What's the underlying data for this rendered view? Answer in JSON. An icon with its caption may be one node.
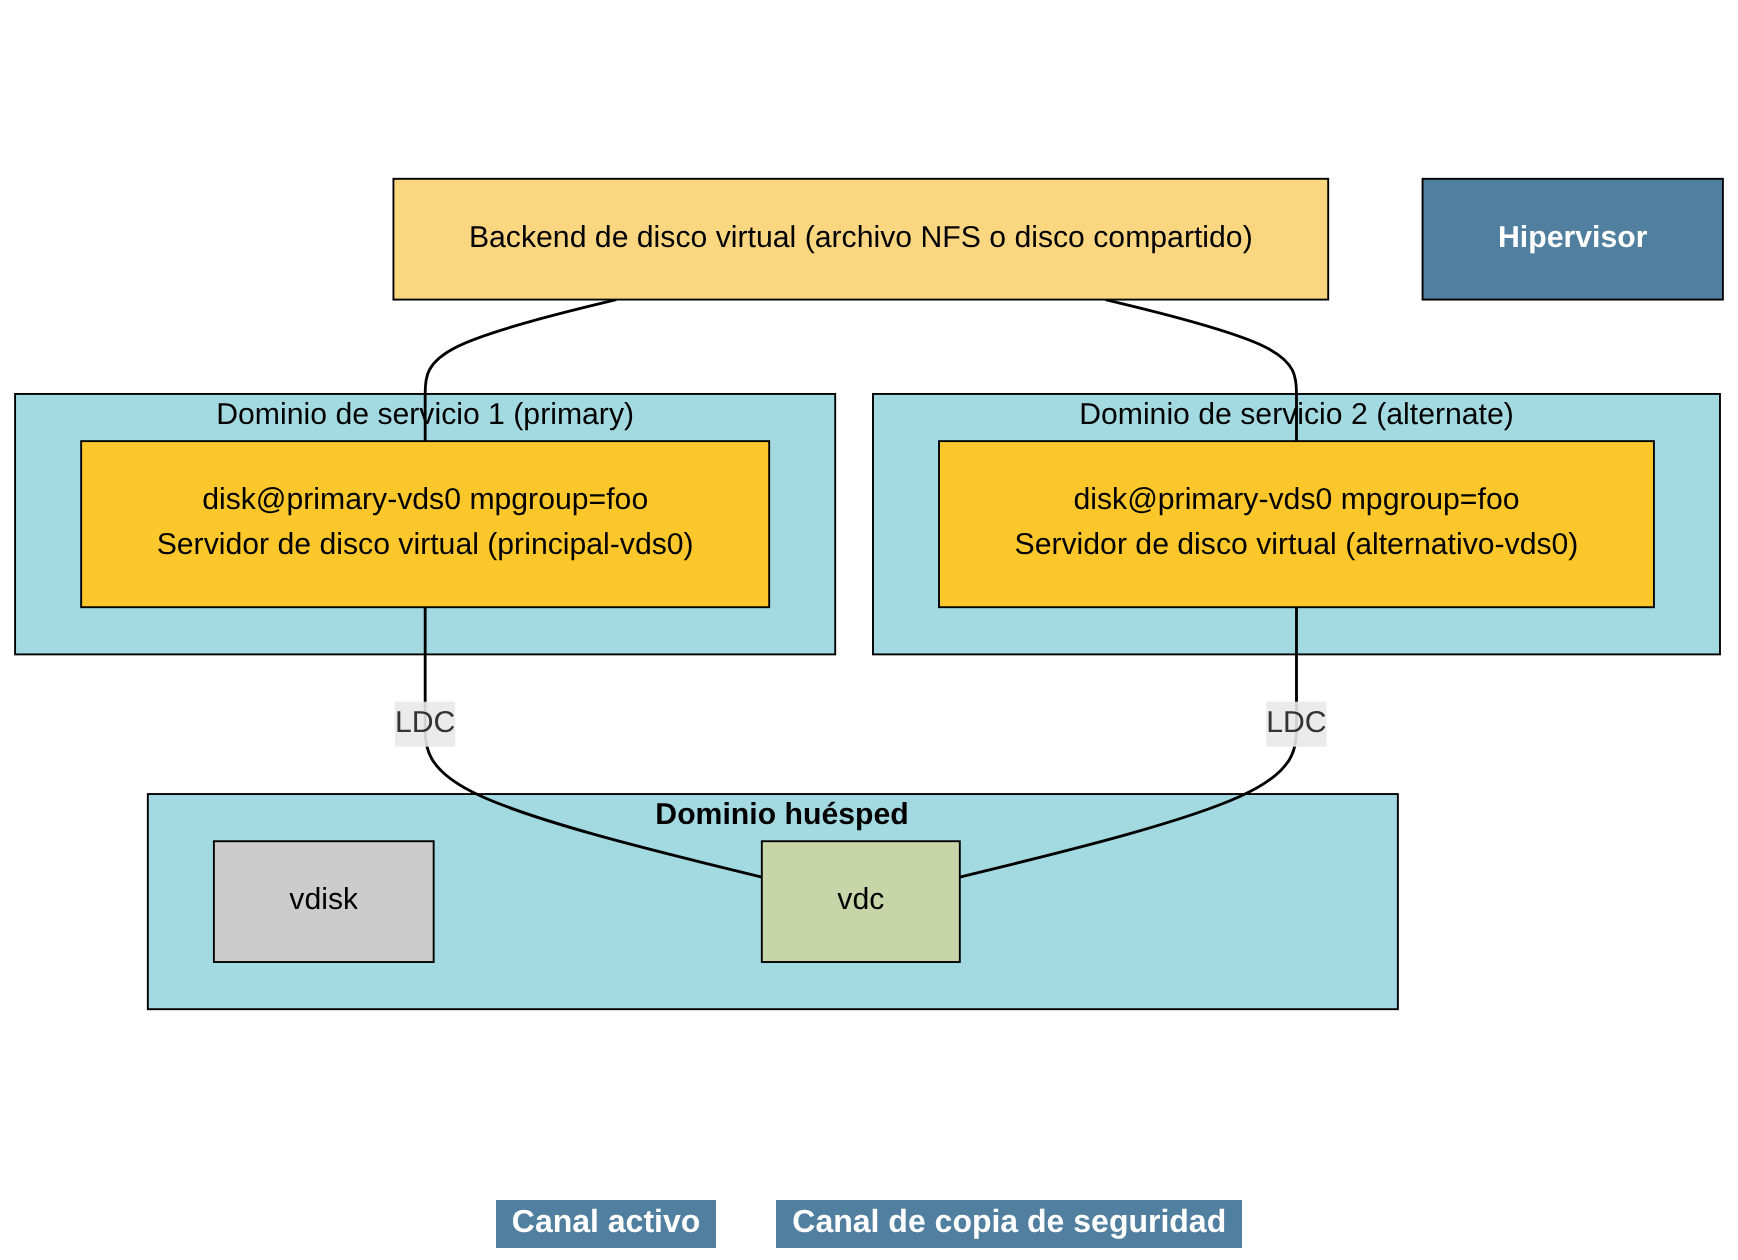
{
  "diagram": {
    "nodes": [
      {
        "text": [
          "Backend de disco virtual (archivo NFS o disco compartido)"
        ]
      },
      {
        "text": [
          "Dominio de servicio 1 (primary)"
        ]
      },
      {
        "text": [
          "disk@primary-vds0 mpgroup=foo",
          "Servidor de disco virtual (principal-vds0)"
        ],
        "in": 1
      },
      {
        "text": [
          "Dominio huésped"
        ]
      },
      {
        "text": [
          "vdisk"
        ],
        "in": 3
      },
      {
        "text": [
          "vdc"
        ],
        "in": 3
      },
      {
        "text": [
          "Dominio de servicio 2 (alternate)"
        ]
      },
      {
        "text": [
          "disk@primary-vds0 mpgroup=foo",
          "Servidor de disco virtual (alternativo-vds0)"
        ],
        "in": 6
      },
      {
        "text": [
          "Hipervisor"
        ]
      }
    ],
    "edges": [
      {
        "from": 0,
        "to": 2,
        "arrow": "none"
      },
      {
        "from": 0,
        "to": 7,
        "arrow": "none"
      },
      {
        "from": 2,
        "to": 5,
        "arrow": "none",
        "label": "LDC"
      },
      {
        "from": 7,
        "to": 5,
        "arrow": "none",
        "label": "LDC"
      }
    ],
    "labels": [
      "Canal activo",
      "Canal de copia de seguridad"
    ]
  }
}
